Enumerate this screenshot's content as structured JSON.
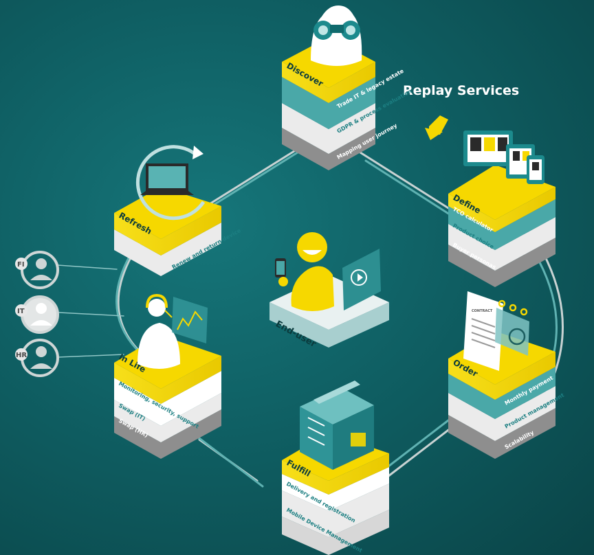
{
  "heading": "Replay Services",
  "center": {
    "label": "End-user"
  },
  "roles": [
    {
      "label": "FI"
    },
    {
      "label": "IT"
    },
    {
      "label": "HR"
    }
  ],
  "stages": {
    "discover": {
      "title": "Discover",
      "layers": [
        "Trade IT & legacy estate",
        "GDPR & process evaluation",
        "Mapping user journey"
      ]
    },
    "define": {
      "title": "Define",
      "layers": [
        "TCO calculator",
        "Product choice",
        "Buyer personas"
      ]
    },
    "order": {
      "title": "Order",
      "layers": [
        "Monthly payment",
        "Product management",
        "Scalability"
      ]
    },
    "fulfill": {
      "title": "Fulfill",
      "layers": [
        "Delivery and registration",
        "Mobile Device Management"
      ]
    },
    "inlife": {
      "title": "In Life",
      "layers": [
        "Monitoring, security, support",
        "Swap (IT)",
        "Swap (HR)"
      ]
    },
    "refresh": {
      "title": "Refresh",
      "layers": [
        "Renew and return device"
      ]
    }
  },
  "contract_label": "CONTRACT",
  "colors": {
    "background": "#0f5f63",
    "yellow": "#f6d800",
    "teal_layer": "#4aa8a8",
    "light_layer": "#ececec",
    "grey_layer": "#9a9a9a",
    "ring_line": "#c9d3d3"
  },
  "icons": [
    "binoculars-icon",
    "devices-icon",
    "contract-calendar-icon",
    "package-icon",
    "support-agent-icon",
    "laptop-refresh-icon",
    "smartphone-user-icon",
    "person-icon",
    "arrow-down-icon"
  ]
}
